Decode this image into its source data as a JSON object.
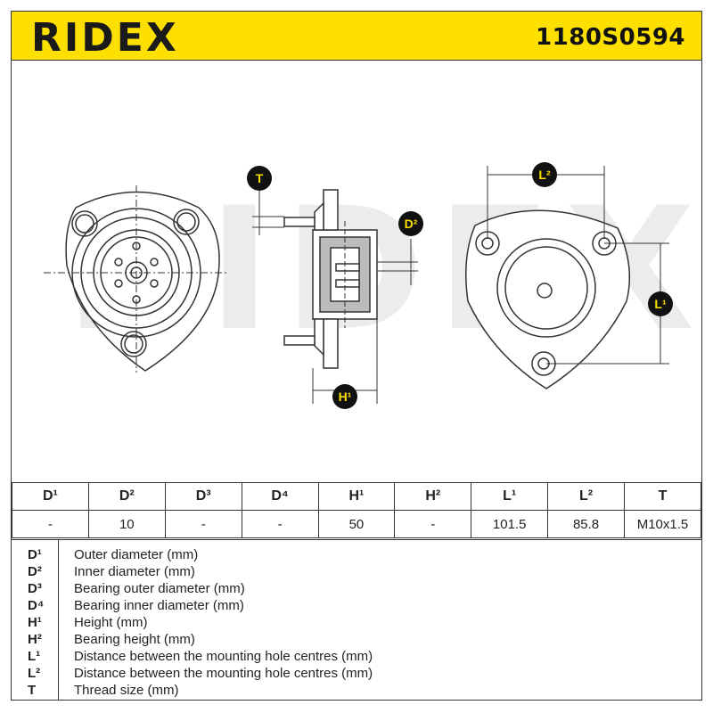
{
  "header": {
    "brand": "RIDEX",
    "part_number": "1180S0594",
    "accent_color": "#fde000"
  },
  "watermark": "RIDEX",
  "dimension_labels": {
    "T": "T",
    "D2": "D²",
    "H1": "H¹",
    "L1": "L¹",
    "L2": "L²"
  },
  "spec_table": {
    "headers": [
      "D¹",
      "D²",
      "D³",
      "D⁴",
      "H¹",
      "H²",
      "L¹",
      "L²",
      "T"
    ],
    "values": [
      "-",
      "10",
      "-",
      "-",
      "50",
      "-",
      "101.5",
      "85.8",
      "M10x1.5"
    ]
  },
  "legend": [
    {
      "key": "D¹",
      "desc": "Outer diameter (mm)"
    },
    {
      "key": "D²",
      "desc": "Inner diameter (mm)"
    },
    {
      "key": "D³",
      "desc": "Bearing outer diameter (mm)"
    },
    {
      "key": "D⁴",
      "desc": "Bearing inner diameter (mm)"
    },
    {
      "key": "H¹",
      "desc": "Height (mm)"
    },
    {
      "key": "H²",
      "desc": "Bearing height (mm)"
    },
    {
      "key": "L¹",
      "desc": "Distance between the mounting hole centres (mm)"
    },
    {
      "key": "L²",
      "desc": "Distance between the mounting hole centres (mm)"
    },
    {
      "key": "T",
      "desc": "Thread size (mm)"
    }
  ]
}
